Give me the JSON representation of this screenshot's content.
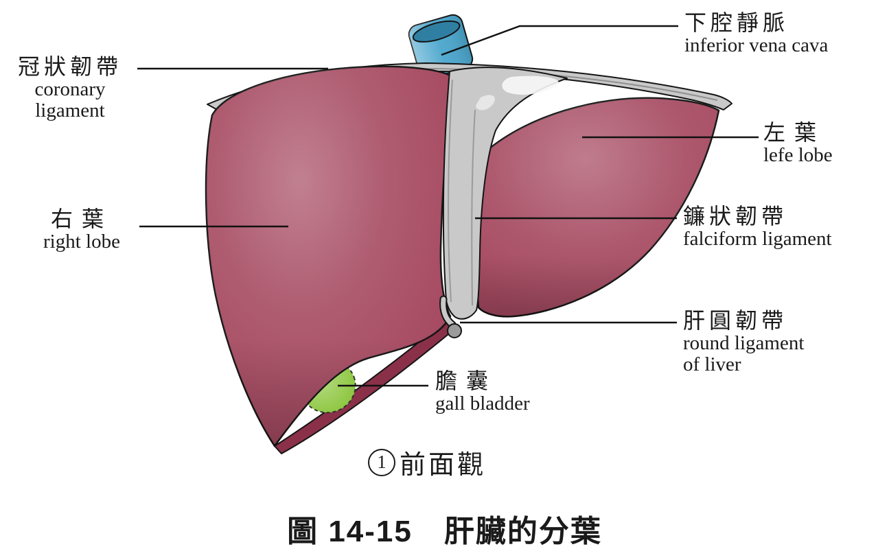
{
  "labels": {
    "ivc": {
      "zh": "下腔靜脈",
      "en": "inferior vena cava"
    },
    "coronary": {
      "zh": "冠狀韌帶",
      "en1": "coronary",
      "en2": "ligament"
    },
    "left_lobe": {
      "zh": "左葉",
      "en": "lefe lobe"
    },
    "falciform": {
      "zh": "鐮狀韌帶",
      "en": "falciform ligament"
    },
    "round": {
      "zh": "肝圓韌帶",
      "en1": "round ligament",
      "en2": "of liver"
    },
    "right_lobe": {
      "zh": "右葉",
      "en": "right lobe"
    },
    "gall": {
      "zh": "膽囊",
      "en": "gall bladder"
    }
  },
  "caption": {
    "number": "1",
    "text": "前面觀"
  },
  "title": {
    "text": "圖 14-15　肝臟的分葉"
  },
  "colors": {
    "background": "#ffffff",
    "liver_base": "#a64a61",
    "liver_dark": "#8a3149",
    "ligament_gray": "#c9c9c9",
    "ligament_knob": "#9b9b9b",
    "ivc_blue": "#4aa6cd",
    "ivc_opening": "#2f7fa3",
    "gall_green": "#8cc63e",
    "highlight_white": "#f7f7f7",
    "outline": "#141414",
    "text": "#1a1a1a"
  }
}
